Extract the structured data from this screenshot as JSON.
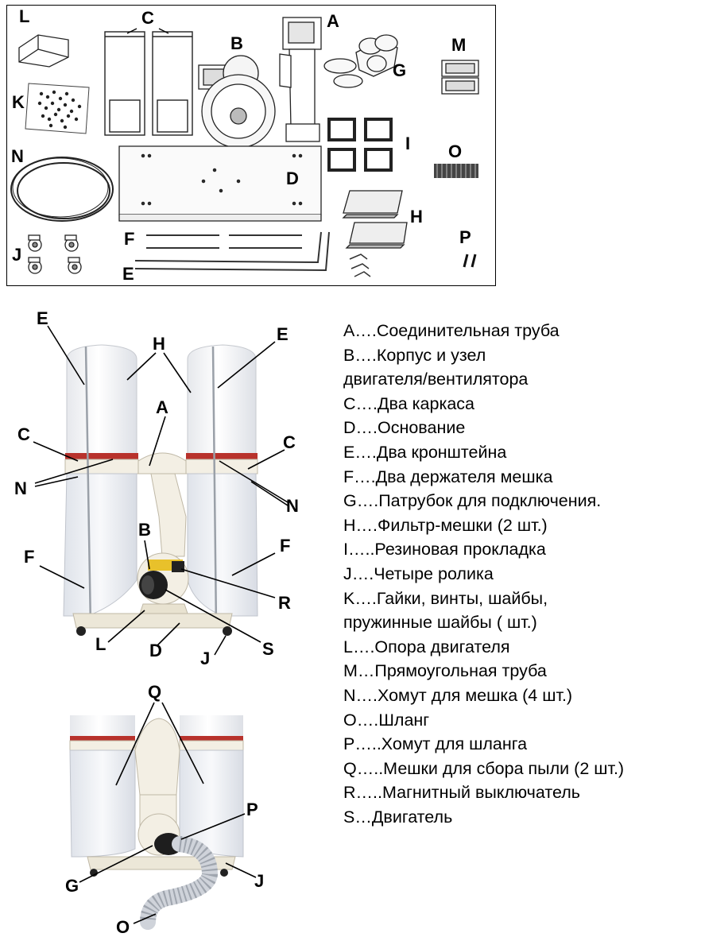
{
  "parts_labels": {
    "L": "L",
    "C": "C",
    "B": "B",
    "A": "A",
    "G": "G",
    "M": "M",
    "K": "K",
    "N": "N",
    "D": "D",
    "I": "I",
    "O": "O",
    "H": "H",
    "P": "P",
    "J": "J",
    "F": "F",
    "E": "E"
  },
  "assembly_labels": {
    "E_left": "E",
    "H": "H",
    "E_right": "E",
    "A": "A",
    "C_left": "C",
    "C_right": "C",
    "N_left": "N",
    "N_right": "N",
    "B": "B",
    "F_left": "F",
    "F_right": "F",
    "R": "R",
    "L": "L",
    "D": "D",
    "S": "S",
    "J": "J"
  },
  "bags_labels": {
    "Q": "Q",
    "P": "P",
    "G": "G",
    "J": "J",
    "O": "O"
  },
  "legend": [
    "A….Соединительная труба",
    "B….Корпус и узел",
    "двигателя/вентилятора",
    "C….Два каркаса",
    "D….Основание",
    "E….Два кронштейна",
    "F….Два держателя мешка",
    "G….Патрубок для подключения.",
    "H….Фильтр-мешки (2 шт.)",
    "I…..Резиновая прокладка",
    "J….Четыре ролика",
    "K….Гайки, винты, шайбы,",
    "пружинные шайбы ( шт.)",
    "L….Опора двигателя",
    "M…Прямоугольная труба",
    "N….Хомут для мешка (4 шт.)",
    "O….Шланг",
    "P…..Хомут для шланга",
    "Q…..Мешки для сбора пыли (2 шт.)",
    "R…..Магнитный выключатель",
    "S…Двигатель"
  ],
  "colors": {
    "text": "#000000",
    "bag": "#f1f3f6",
    "frame": "#f3efe4",
    "red_band": "#b8322c"
  }
}
